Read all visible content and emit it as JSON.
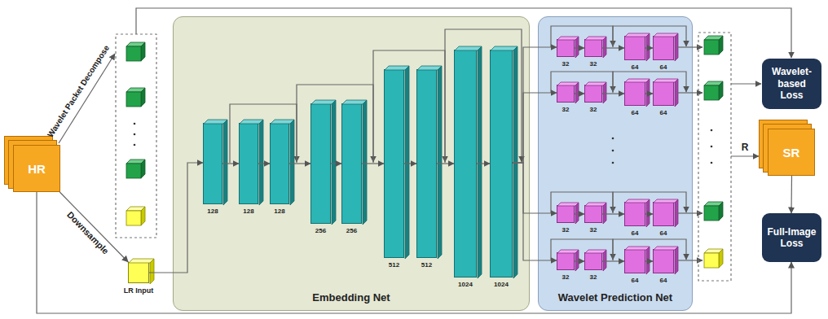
{
  "diagram": {
    "nodes": [
      {
        "text": [
          "HR"
        ]
      },
      {
        "text": [
          "LR Input"
        ]
      },
      {
        "text": [
          "Embedding Net"
        ]
      },
      {
        "text": [
          "128"
        ],
        "in": 2
      },
      {
        "text": [
          "128"
        ],
        "in": 2
      },
      {
        "text": [
          "128"
        ],
        "in": 2
      },
      {
        "text": [
          "256"
        ],
        "in": 2
      },
      {
        "text": [
          "256"
        ],
        "in": 2
      },
      {
        "text": [
          "512"
        ],
        "in": 2
      },
      {
        "text": [
          "512"
        ],
        "in": 2
      },
      {
        "text": [
          "1024"
        ],
        "in": 2
      },
      {
        "text": [
          "1024"
        ],
        "in": 2
      },
      {
        "text": [
          "Wavelet Prediction Net"
        ]
      },
      {
        "text": [
          "32"
        ],
        "in": 12
      },
      {
        "text": [
          "32"
        ],
        "in": 12
      },
      {
        "text": [
          "64"
        ],
        "in": 12
      },
      {
        "text": [
          "64"
        ],
        "in": 12
      },
      {
        "text": [
          "32"
        ],
        "in": 12
      },
      {
        "text": [
          "32"
        ],
        "in": 12
      },
      {
        "text": [
          "64"
        ],
        "in": 12
      },
      {
        "text": [
          "64"
        ],
        "in": 12
      },
      {
        "text": [
          "32"
        ],
        "in": 12
      },
      {
        "text": [
          "32"
        ],
        "in": 12
      },
      {
        "text": [
          "64"
        ],
        "in": 12
      },
      {
        "text": [
          "64"
        ],
        "in": 12
      },
      {
        "text": [
          "32"
        ],
        "in": 12
      },
      {
        "text": [
          "32"
        ],
        "in": 12
      },
      {
        "text": [
          "64"
        ],
        "in": 12
      },
      {
        "text": [
          "64"
        ],
        "in": 12
      },
      {
        "text": [
          "Wavelet-based Loss"
        ]
      },
      {
        "text": [
          "SR"
        ]
      },
      {
        "text": [
          "Full-Image Loss"
        ]
      }
    ],
    "edges": [
      {
        "from": 0,
        "to": 1,
        "arrow": "to",
        "label": "Downsample"
      },
      {
        "from": 1,
        "to": 3,
        "arrow": "to"
      },
      {
        "from": 3,
        "to": 4,
        "arrow": "to"
      },
      {
        "from": 4,
        "to": 5,
        "arrow": "to"
      },
      {
        "from": 5,
        "to": 6,
        "arrow": "to"
      },
      {
        "from": 6,
        "to": 7,
        "arrow": "to"
      },
      {
        "from": 7,
        "to": 8,
        "arrow": "to"
      },
      {
        "from": 8,
        "to": 9,
        "arrow": "to"
      },
      {
        "from": 9,
        "to": 10,
        "arrow": "to"
      },
      {
        "from": 10,
        "to": 11,
        "arrow": "to"
      },
      {
        "from": 11,
        "to": 13,
        "arrow": "to"
      },
      {
        "from": 11,
        "to": 17,
        "arrow": "to"
      },
      {
        "from": 11,
        "to": 21,
        "arrow": "to"
      },
      {
        "from": 11,
        "to": 25,
        "arrow": "to"
      },
      {
        "from": 13,
        "to": 14,
        "arrow": "to"
      },
      {
        "from": 14,
        "to": 15,
        "arrow": "to"
      },
      {
        "from": 15,
        "to": 16,
        "arrow": "to"
      },
      {
        "from": 17,
        "to": 18,
        "arrow": "to"
      },
      {
        "from": 18,
        "to": 19,
        "arrow": "to"
      },
      {
        "from": 19,
        "to": 20,
        "arrow": "to"
      },
      {
        "from": 21,
        "to": 22,
        "arrow": "to"
      },
      {
        "from": 22,
        "to": 23,
        "arrow": "to"
      },
      {
        "from": 23,
        "to": 24,
        "arrow": "to"
      },
      {
        "from": 25,
        "to": 26,
        "arrow": "to"
      },
      {
        "from": 26,
        "to": 27,
        "arrow": "to"
      },
      {
        "from": 27,
        "to": 28,
        "arrow": "to"
      },
      {
        "from": 0,
        "to": 31,
        "arrow": "to"
      },
      {
        "from": 30,
        "to": 31,
        "arrow": "to"
      }
    ],
    "labels": [
      "Wavelet Packet Decompose",
      "R"
    ]
  }
}
